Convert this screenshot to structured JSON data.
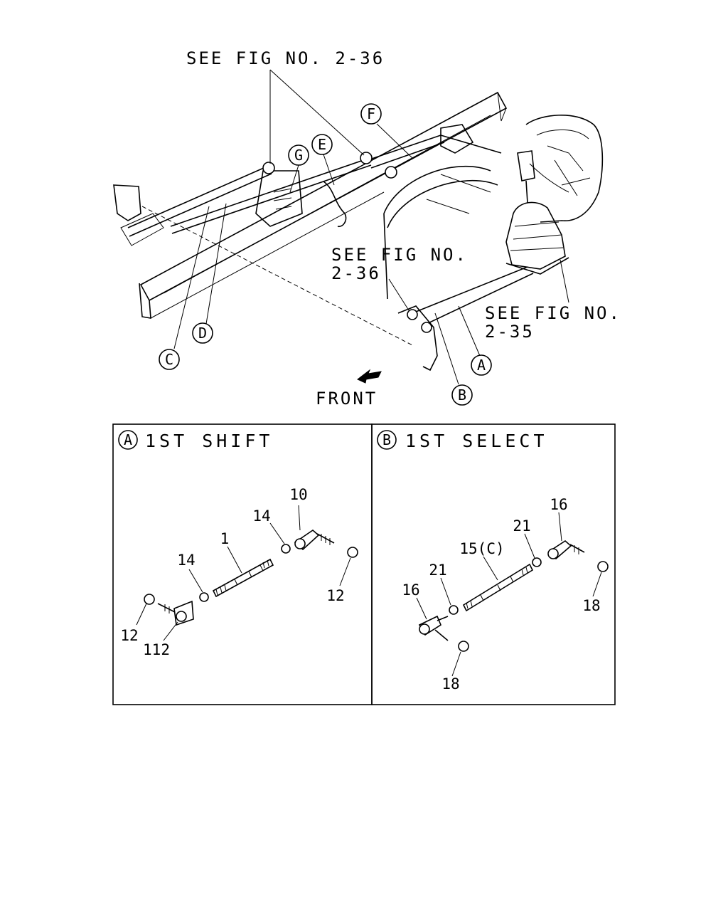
{
  "overview": {
    "see_fig_top": "SEE FIG NO. 2-36",
    "see_fig_mid_line1": "SEE FIG NO.",
    "see_fig_mid_line2": "2-36",
    "see_fig_right_line1": "SEE FIG NO.",
    "see_fig_right_line2": "2-35",
    "front_label": "FRONT",
    "callouts": {
      "a": "A",
      "b": "B",
      "c": "C",
      "d": "D",
      "e": "E",
      "f": "F",
      "g": "G"
    }
  },
  "panel_a": {
    "letter": "A",
    "title": "1ST SHIFT",
    "parts": {
      "p10": "10",
      "p14_top": "14",
      "p1": "1",
      "p14_left": "14",
      "p12_right": "12",
      "p12_left": "12",
      "p112": "112"
    }
  },
  "panel_b": {
    "letter": "B",
    "title": "1ST SELECT",
    "parts": {
      "p16_top": "16",
      "p21_top": "21",
      "p15": "15(C)",
      "p21_left": "21",
      "p16_left": "16",
      "p18_right": "18",
      "p18_bottom": "18"
    }
  }
}
